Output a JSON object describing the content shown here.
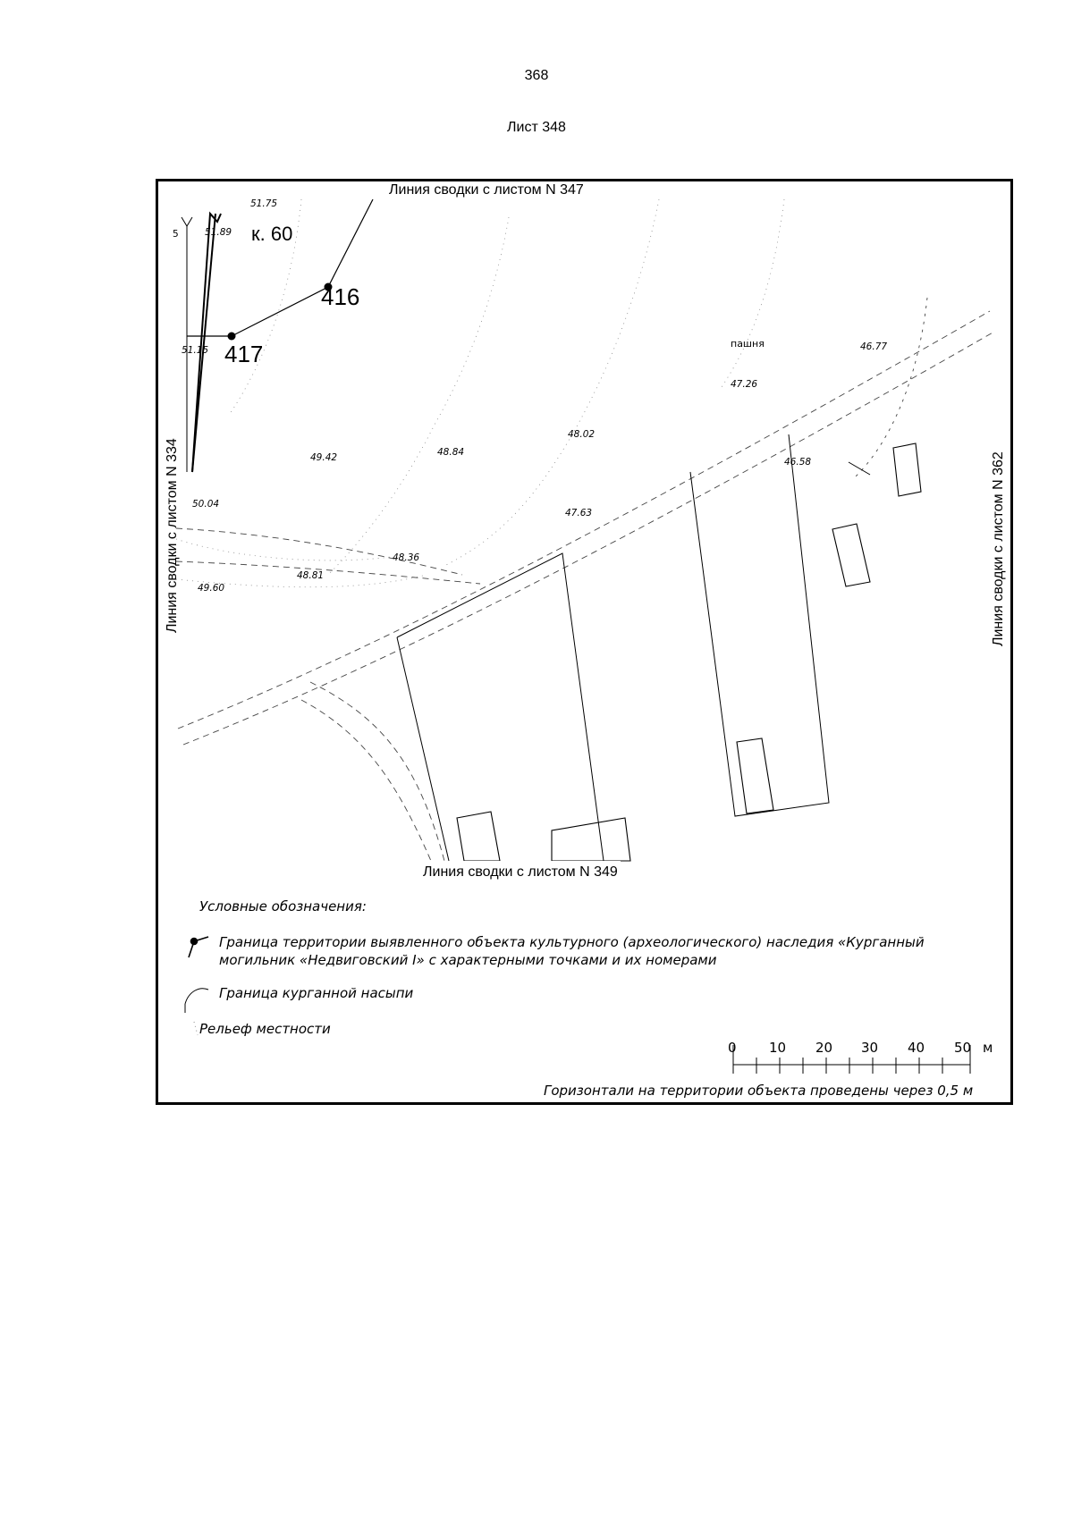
{
  "page": {
    "number": "368",
    "sheet_title": "Лист 348"
  },
  "map": {
    "adjoin_top": "Линия сводки с листом N 347",
    "adjoin_bottom": "Линия сводки с листом N 349",
    "adjoin_left": "Линия сводки с листом N 334",
    "adjoin_right": "Линия сводки с листом N 362",
    "kurgan_label": "к. 60",
    "boundary_points": [
      {
        "number": "416"
      },
      {
        "number": "417"
      }
    ],
    "field_label": "пашня",
    "small_mark": "5",
    "elevations": [
      "51.75",
      "51.89",
      "51.15",
      "50.04",
      "49.42",
      "48.84",
      "48.02",
      "47.26",
      "46.77",
      "46.58",
      "47.63",
      "48.36",
      "48.81",
      "49.60"
    ]
  },
  "legend": {
    "title": "Условные обозначения:",
    "items": [
      {
        "icon": "boundary-point-icon",
        "line1": "Граница территории выявленного объекта культурного (археологического) наследия «Курганный",
        "line2": "могильник «Недвиговский I» с характерными точками и их номерами"
      },
      {
        "icon": "mound-boundary-icon",
        "line1": "Граница курганной насыпи"
      },
      {
        "icon": "relief-icon",
        "line1": "Рельеф местности"
      }
    ],
    "scale": {
      "ticks": [
        "0",
        "10",
        "20",
        "30",
        "40",
        "50"
      ],
      "unit": "м"
    },
    "note": "Горизонтали на территории объекта проведены через 0,5 м"
  },
  "colors": {
    "ink": "#000000",
    "contour": "#8a8a8a",
    "background": "#ffffff"
  }
}
